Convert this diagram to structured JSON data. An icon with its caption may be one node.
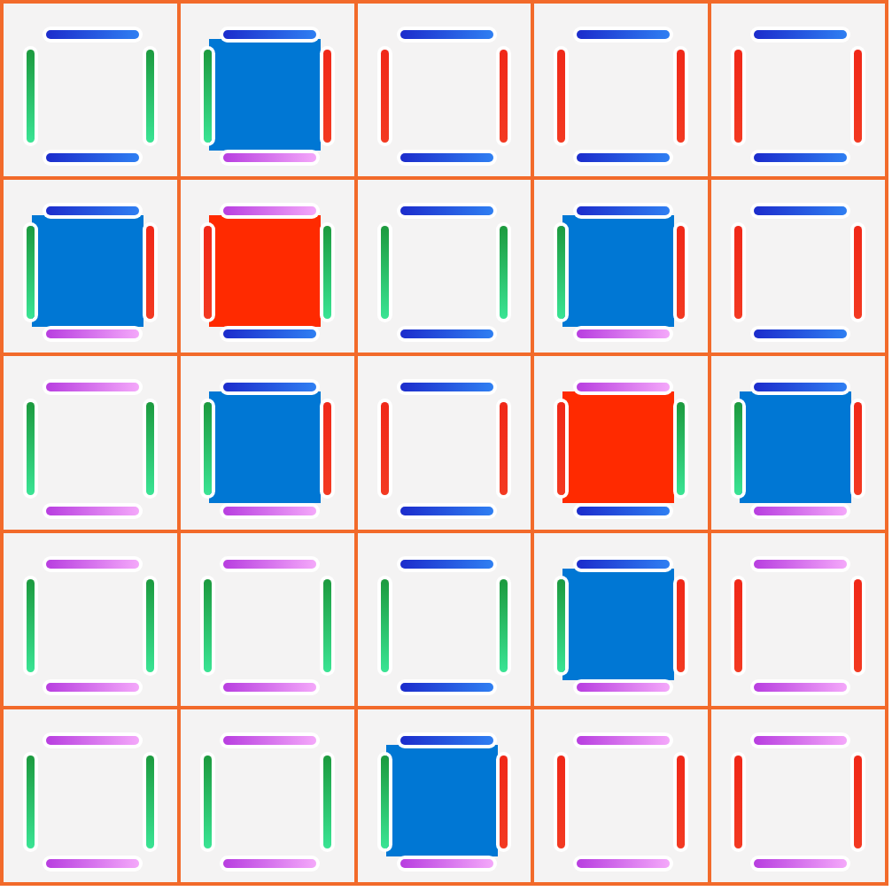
{
  "diagram": {
    "nodes": [
      {
        "text": [],
        "shape": "box"
      },
      {
        "text": [],
        "shape": "box"
      },
      {
        "text": [],
        "shape": "box",
        "in": 1
      },
      {
        "text": [],
        "shape": "box"
      },
      {
        "text": [],
        "shape": "box"
      },
      {
        "text": [],
        "shape": "box"
      },
      {
        "text": [],
        "shape": "box"
      },
      {
        "text": [],
        "shape": "box",
        "in": 6
      },
      {
        "text": [],
        "shape": "box"
      },
      {
        "text": [],
        "shape": "box",
        "in": 8
      },
      {
        "text": [],
        "shape": "box"
      },
      {
        "text": [],
        "shape": "box"
      },
      {
        "text": [],
        "shape": "box",
        "in": 11
      },
      {
        "text": [],
        "shape": "box"
      },
      {
        "text": [],
        "shape": "box"
      },
      {
        "text": [],
        "shape": "box"
      },
      {
        "text": [],
        "shape": "box",
        "in": 15
      },
      {
        "text": [],
        "shape": "box"
      },
      {
        "text": [],
        "shape": "box"
      },
      {
        "text": [],
        "shape": "box",
        "in": 18
      },
      {
        "text": [],
        "shape": "box"
      },
      {
        "text": [],
        "shape": "box",
        "in": 20
      },
      {
        "text": [],
        "shape": "box"
      },
      {
        "text": [],
        "shape": "box"
      },
      {
        "text": [],
        "shape": "box"
      },
      {
        "text": [],
        "shape": "box"
      },
      {
        "text": [],
        "shape": "box",
        "in": 25
      },
      {
        "text": [],
        "shape": "box"
      },
      {
        "text": [],
        "shape": "box"
      },
      {
        "text": [],
        "shape": "box"
      },
      {
        "text": [],
        "shape": "box"
      },
      {
        "text": [],
        "shape": "box",
        "in": 30
      },
      {
        "text": [],
        "shape": "box"
      },
      {
        "text": [],
        "shape": "box"
      }
    ]
  }
}
